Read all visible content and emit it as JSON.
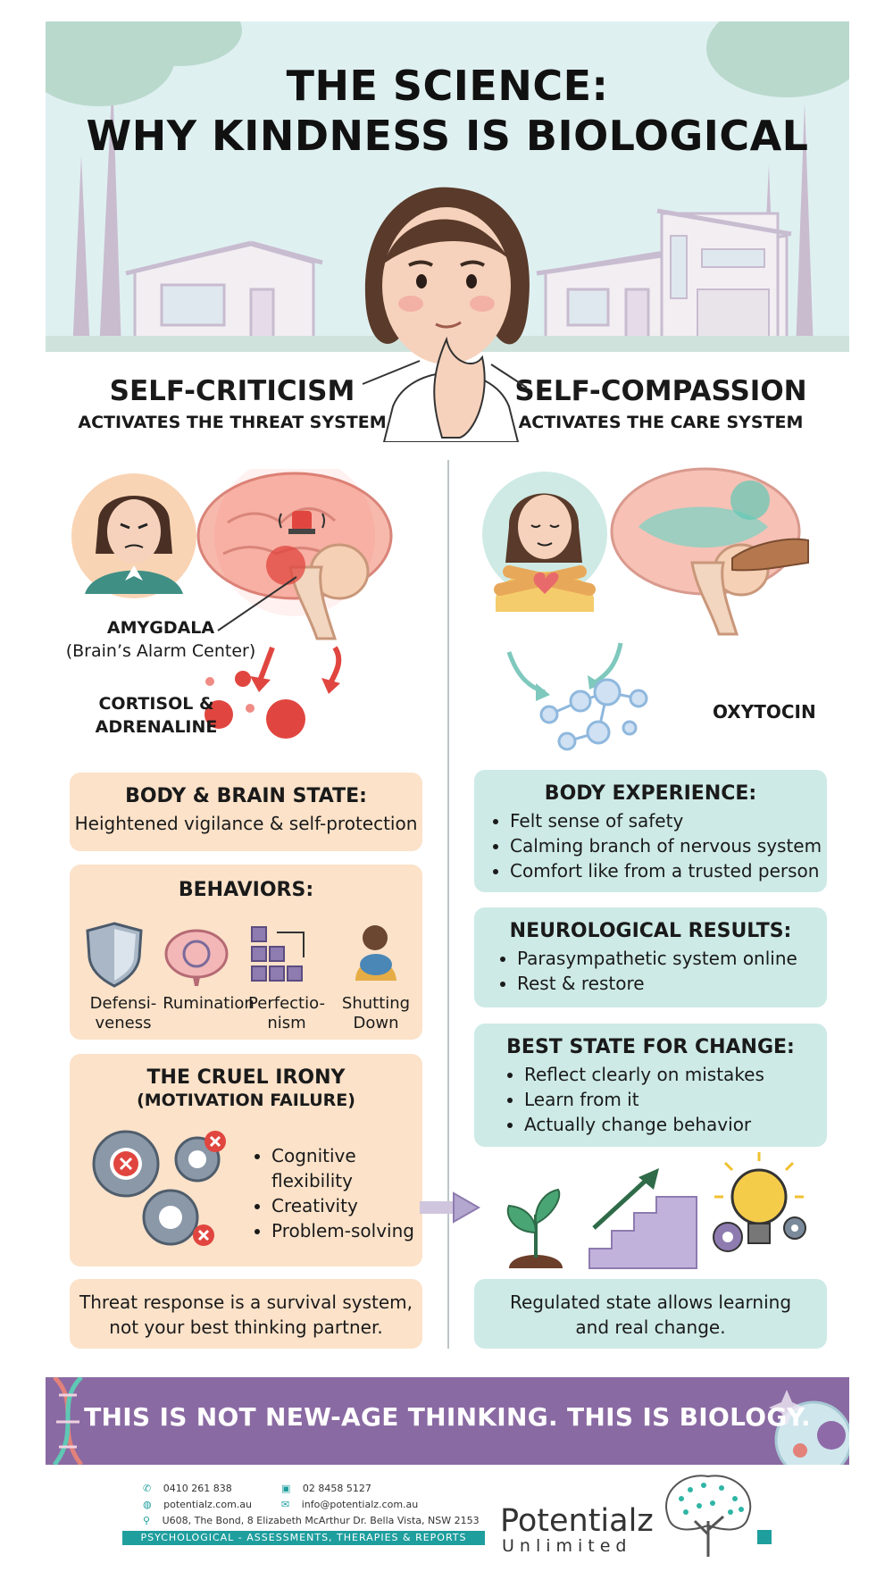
{
  "title": {
    "line1": "THE SCIENCE:",
    "line2": "WHY KINDNESS IS BIOLOGICAL"
  },
  "left": {
    "heading": "SELF-CRITICISM",
    "subheading": "ACTIVATES THE THREAT SYSTEM",
    "amygdala_label": "AMYGDALA",
    "amygdala_sub": "(Brain’s Alarm Center)",
    "hormones_line1": "CORTISOL &",
    "hormones_line2": "ADRENALINE",
    "body_state_title": "BODY & BRAIN STATE:",
    "body_state_text": "Heightened vigilance & self-protection",
    "behaviors_title": "BEHAVIORS:",
    "behaviors": [
      {
        "line1": "Defensi-",
        "line2": "veness"
      },
      {
        "line1": "Rumination",
        "line2": ""
      },
      {
        "line1": "Perfectio-",
        "line2": "nism"
      },
      {
        "line1": "Shutting",
        "line2": "Down"
      }
    ],
    "irony_title": "THE CRUEL IRONY",
    "irony_sub": "(MOTIVATION FAILURE)",
    "irony_items": [
      "Cognitive",
      "flexibility",
      "Creativity",
      "Problem-solving"
    ],
    "bottom_line1": "Threat response is a survival system,",
    "bottom_line2": "not your best thinking partner."
  },
  "right": {
    "heading": "SELF-COMPASSION",
    "subheading": "ACTIVATES THE CARE SYSTEM",
    "oxytocin_label": "OXYTOCIN",
    "body_exp_title": "BODY EXPERIENCE:",
    "body_exp_items": [
      "Felt sense of safety",
      "Calming branch of nervous system",
      "Comfort like from a trusted person"
    ],
    "neuro_title": "NEUROLOGICAL RESULTS:",
    "neuro_items": [
      "Parasympathetic system online",
      "Rest & restore"
    ],
    "change_title": "BEST STATE FOR CHANGE:",
    "change_items": [
      "Reflect clearly on mistakes",
      "Learn from it",
      "Actually change behavior"
    ],
    "bottom_line1": "Regulated state allows learning",
    "bottom_line2": "and real change."
  },
  "banner": "THIS IS NOT NEW-AGE THINKING. THIS IS BIOLOGY.",
  "footer": {
    "phone": "0410 261 838",
    "fax": "02 8458 5127",
    "website": "potentialz.com.au",
    "email": "info@potentialz.com.au",
    "address": "U608, The Bond, 8 Elizabeth McArthur Dr. Bella Vista, NSW 2153",
    "tagline": "PSYCHOLOGICAL - ASSESSMENTS, THERAPIES & REPORTS",
    "brand_name": "Potentialz",
    "brand_sub": "Unlimited"
  },
  "colors": {
    "warm_panel": "#fbe2c9",
    "cool_panel": "#cdeae6",
    "banner": "#8a6aa3",
    "teal": "#1f9e9e",
    "alert_red": "#e0463f"
  }
}
